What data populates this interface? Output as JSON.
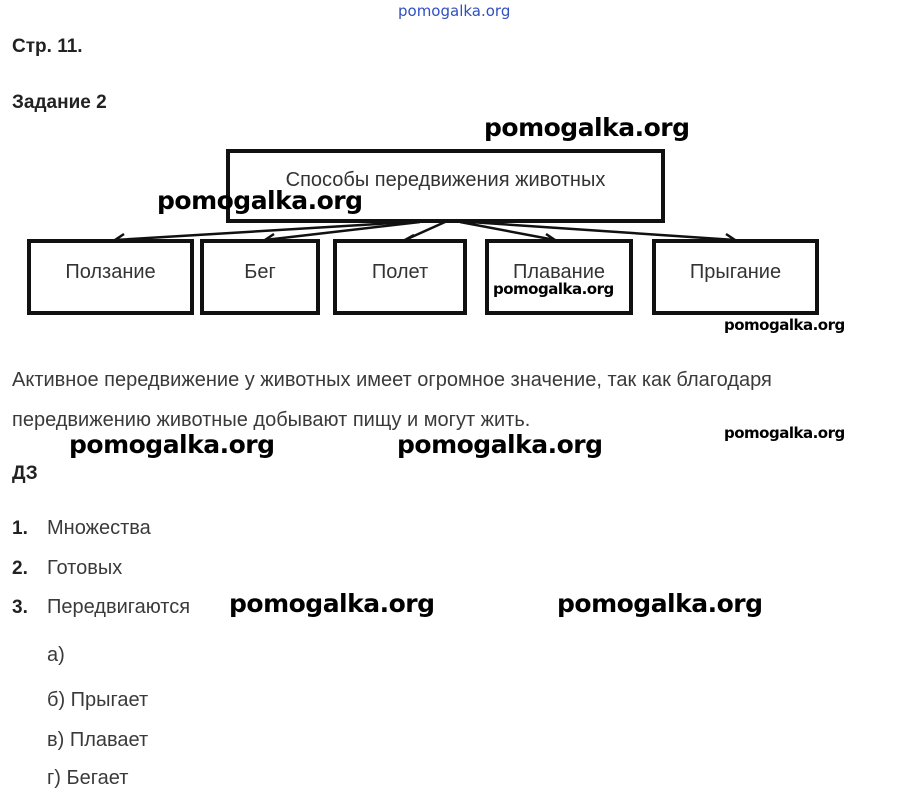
{
  "watermark": "pomogalka.org",
  "page_ref": "Стр. 11.",
  "task_title": "Задание 2",
  "diagram": {
    "root": "Способы передвижения животных",
    "children": [
      "Ползание",
      "Бег",
      "Полет",
      "Плавание",
      "Прыгание"
    ]
  },
  "paragraph": {
    "line1": "Активное передвижение у животных имеет огромное значение, так как благодаря",
    "line2": "передвижению животные добывают пищу и могут жить."
  },
  "homework": {
    "title": "ДЗ",
    "items": [
      {
        "num": "1.",
        "text": "Множества"
      },
      {
        "num": "2.",
        "text": "Готовых"
      },
      {
        "num": "3.",
        "text": "Передвигаются"
      }
    ],
    "subitems": [
      "а)",
      "б) Прыгает",
      "в) Плавает",
      "г) Бегает"
    ]
  }
}
